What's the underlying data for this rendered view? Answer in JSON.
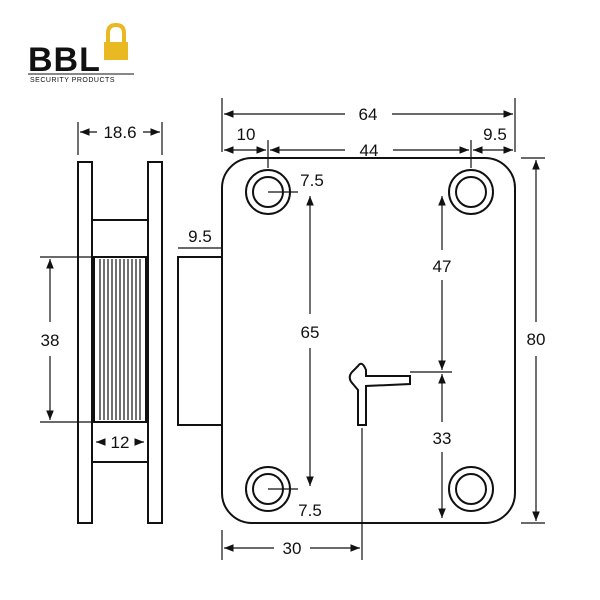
{
  "logo": {
    "brand": "BBL",
    "tagline": "SECURITY PRODUCTS",
    "accent_color": "#e8b923"
  },
  "side_view": {
    "width": "18.6",
    "height": "38",
    "depth": "12"
  },
  "front_view": {
    "overall_width": "64",
    "left_offset": "10",
    "hole_spacing": "44",
    "right_offset": "9.5",
    "bolt_throw": "9.5",
    "top_hole": "7.5",
    "vertical_hole_spacing": "65",
    "top_to_keyhole": "47",
    "keyhole_to_bottom": "33",
    "bottom_hole": "7.5",
    "overall_height": "80",
    "backset": "30"
  }
}
